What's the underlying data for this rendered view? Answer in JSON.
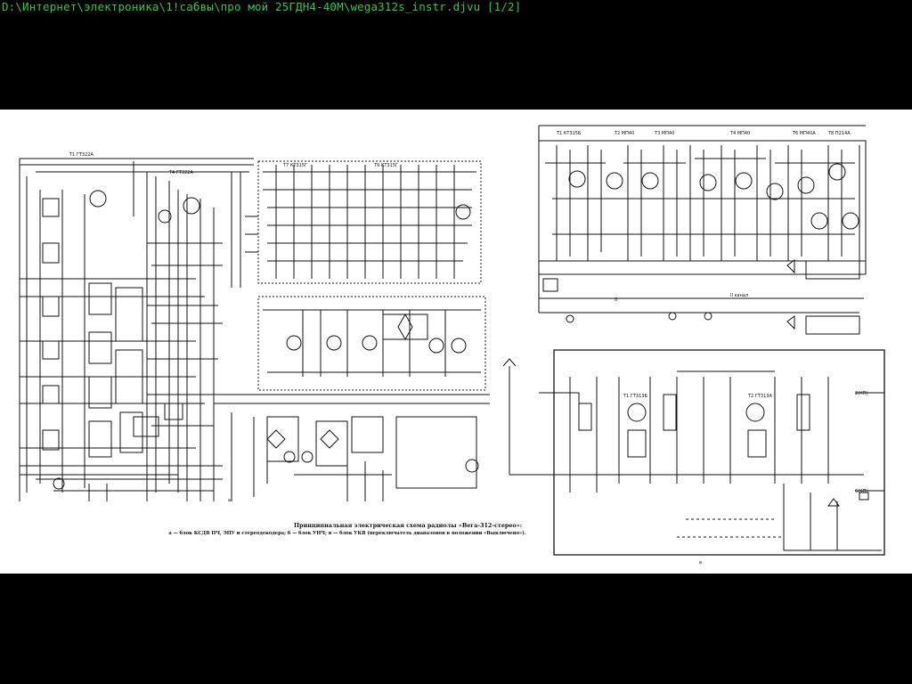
{
  "window": {
    "title": "D:\\Интернет\\электроника\\1!сабвы\\про мой 25ГДН4-40М\\wega312s_instr.djvu [1/2]"
  },
  "document": {
    "caption_title": "Принципиальная электрическая схема радиолы «Вега-312-стерео»:",
    "caption_legend": "а — блок КСДВ ПЧ, ЭПУ и стереодекодера; б — блок УНЧ; в — блок УКВ (переключатель диапазонов в положении «Выключено»).",
    "colors": {
      "title_text": "#2ecc40",
      "background": "#000000",
      "page": "#ffffff",
      "ink": "#111111"
    }
  }
}
